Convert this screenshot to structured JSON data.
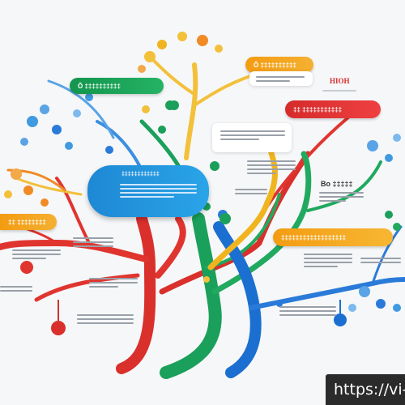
{
  "diagram": {
    "labels": {
      "green_pill": "Ŏ ‡‡‡‡‡‡‡‡‡‡",
      "orange_top_pill": "Ŏ ‡‡‡‡‡‡‡‡‡‡",
      "red_pill": "‡‡ ‡‡‡‡‡‡‡‡‡‡‡",
      "orange_left_pill": "‡‡ ‡‡‡‡‡‡‡‡",
      "orange_bottom_pill": "‡‡‡‡‡‡‡‡‡‡‡‡‡‡‡‡‡‡",
      "blue_pill_title": "‡‡‡‡‡‡‡‡‡‡‡‡",
      "red_heading": "HIOH",
      "dark_heading": "Bo ‡‡‡‡‡"
    }
  },
  "watermark": "https://vi-"
}
